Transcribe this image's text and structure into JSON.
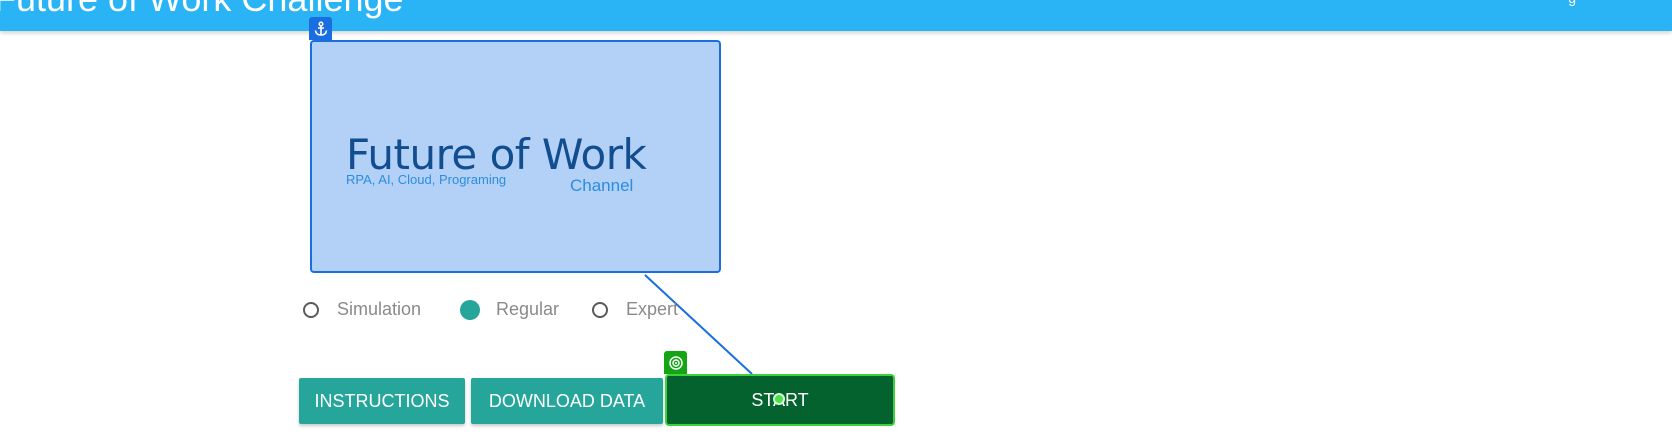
{
  "header": {
    "title": "Future of Work Challenge",
    "right_text": "g"
  },
  "logo": {
    "title": "Future of Work",
    "subtitle": "RPA, AI, Cloud, Programing",
    "channel": "Channel"
  },
  "modes": {
    "options": [
      "Simulation",
      "Regular",
      "Expert"
    ],
    "selected": "Regular"
  },
  "buttons": {
    "instructions": "INSTRUCTIONS",
    "download": "DOWNLOAD DATA",
    "start": "START"
  },
  "icons": {
    "anchor": "anchor-icon",
    "target": "target-icon"
  },
  "colors": {
    "header": "#2ab4f5",
    "button": "#26a69a",
    "start_bg": "#04622e",
    "highlight_blue": "#1a6ee0",
    "highlight_green": "#3cd23c"
  }
}
